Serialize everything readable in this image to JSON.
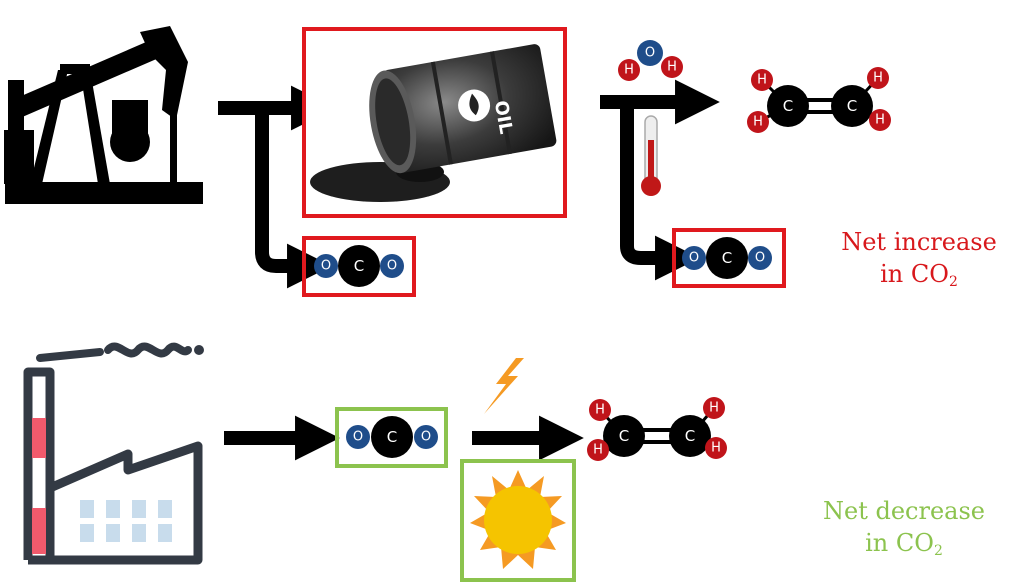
{
  "atoms": {
    "oxygen": "O",
    "carbon": "C",
    "hydrogen": "H"
  },
  "captions": {
    "increase": {
      "line1": "Net increase",
      "line2": "in CO",
      "subscript": "2"
    },
    "decrease": {
      "line1": "Net decrease",
      "line2": "in CO",
      "subscript": "2"
    }
  },
  "colors": {
    "fossil_box": "#e0191e",
    "green_box": "#8cc34e",
    "increase_text": "#d8181c",
    "decrease_text": "#8cc34e",
    "oxygen": "#1f4d8a",
    "hydrogen": "#c0141a",
    "carbon": "#000000",
    "lightning": "#f59a23",
    "sun": "#f5c400",
    "factory_red": "#f15a6c",
    "factory_dark": "#333a44",
    "factory_window": "#c8dcec"
  },
  "icons": [
    "oil-pump-icon",
    "oil-barrel-icon",
    "thermometer-icon",
    "factory-icon",
    "lightning-icon",
    "sun-icon"
  ]
}
